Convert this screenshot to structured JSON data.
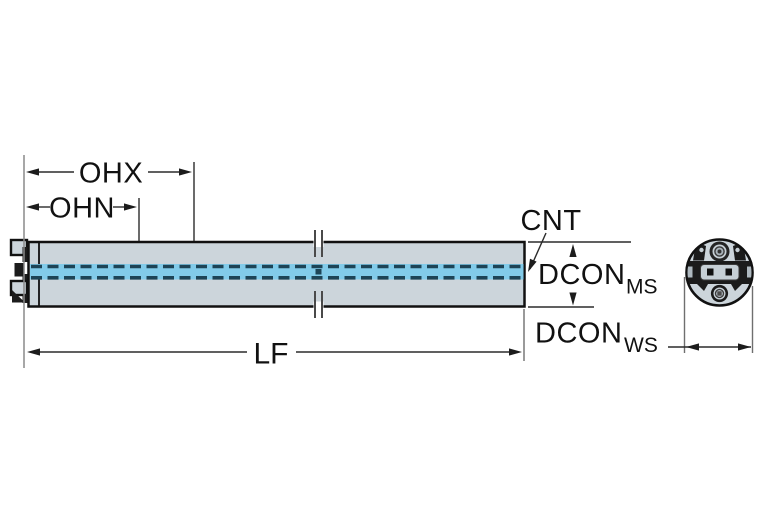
{
  "diagram": {
    "title": "tool-holder-dimension-drawing",
    "labels": {
      "ohx": "OHX",
      "ohn": "OHN",
      "lf": "LF",
      "cnt": "CNT",
      "dcon_ms_main": "DCON",
      "dcon_ms_sub": "MS",
      "dcon_ws_main": "DCON",
      "dcon_ws_sub": "WS"
    },
    "colors": {
      "background": "#ffffff",
      "body_fill": "#ccd5db",
      "coolant_band": "#82cbe9",
      "centerline_dash": "#1d4456",
      "outline": "#111111",
      "end_view_dark": "#1b1b1b",
      "end_view_slot": "#c6cfd5"
    }
  }
}
